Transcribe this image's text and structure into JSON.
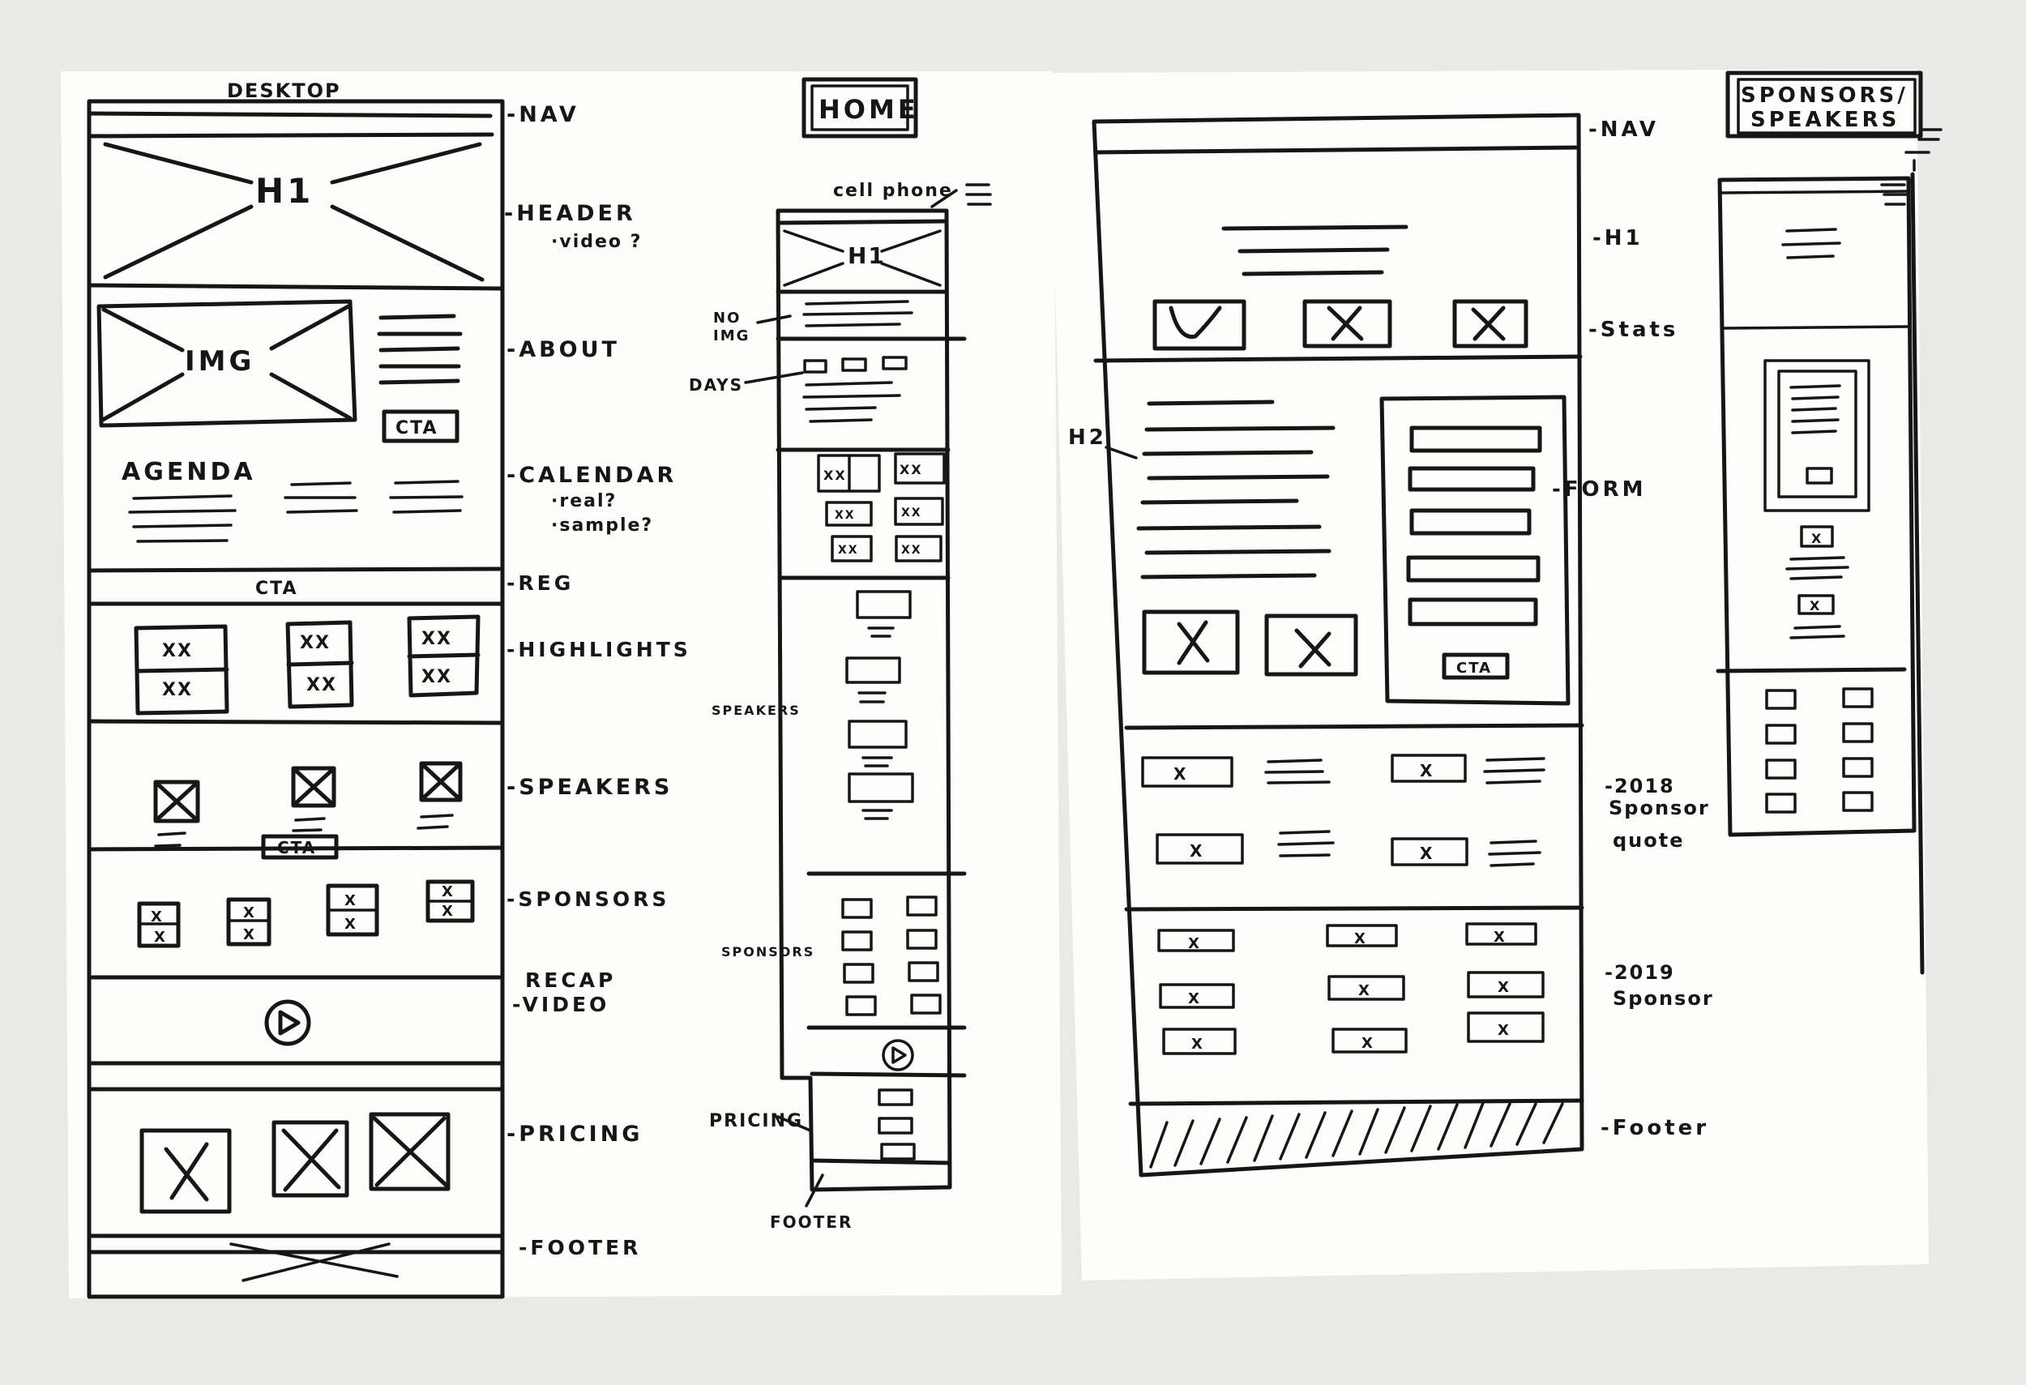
{
  "left_sheet": {
    "desktop_label": "DESKTOP",
    "home_label": "HOME",
    "wire": {
      "h1": "H1",
      "img": "IMG",
      "cta_about": "CTA",
      "agenda": "AGENDA",
      "cta_reg": "CTA",
      "cta_speakers": "CTA"
    },
    "annotations": [
      {
        "id": "nav",
        "text": "-NAV"
      },
      {
        "id": "header",
        "text": "-HEADER"
      },
      {
        "id": "header-note",
        "text": "·video ?"
      },
      {
        "id": "about",
        "text": "-ABOUT"
      },
      {
        "id": "calendar",
        "text": "-CALENDAR"
      },
      {
        "id": "calendar-note1",
        "text": "·real?"
      },
      {
        "id": "calendar-note2",
        "text": "·sample?"
      },
      {
        "id": "reg",
        "text": "-REG"
      },
      {
        "id": "highlights",
        "text": "-HIGHLIGHTS"
      },
      {
        "id": "speakers",
        "text": "-SPEAKERS"
      },
      {
        "id": "sponsors",
        "text": "-SPONSORS"
      },
      {
        "id": "recap1",
        "text": "RECAP"
      },
      {
        "id": "recap2",
        "text": "-VIDEO"
      },
      {
        "id": "pricing",
        "text": "-PRICING"
      },
      {
        "id": "footer",
        "text": "-FOOTER"
      }
    ],
    "mobile": {
      "cellphone": "cell phone",
      "h1": "H1",
      "no_img1": "NO",
      "no_img2": "IMG",
      "days": "DAYS",
      "speakers": "SPEAKERS",
      "sponsors": "SPONSORS",
      "pricing": "PRICING",
      "footer": "FOOTER"
    }
  },
  "right_sheet": {
    "title_line1": "SPONSORS/",
    "title_line2": "SPEAKERS",
    "cta": "CTA",
    "annotations": [
      {
        "id": "nav",
        "text": "-NAV"
      },
      {
        "id": "h1",
        "text": "-H1"
      },
      {
        "id": "stats",
        "text": "-Stats"
      },
      {
        "id": "h2",
        "text": "H2"
      },
      {
        "id": "form",
        "text": "-FORM"
      },
      {
        "id": "q1",
        "text": "-2018"
      },
      {
        "id": "q2",
        "text": "Sponsor"
      },
      {
        "id": "q3",
        "text": "quote"
      },
      {
        "id": "s1",
        "text": "-2019"
      },
      {
        "id": "s2",
        "text": "Sponsor"
      },
      {
        "id": "footer",
        "text": "-Footer"
      }
    ]
  },
  "colors": {
    "ink": "#161616",
    "paper": "#fdfdfc",
    "background": "#e9e9e7"
  }
}
